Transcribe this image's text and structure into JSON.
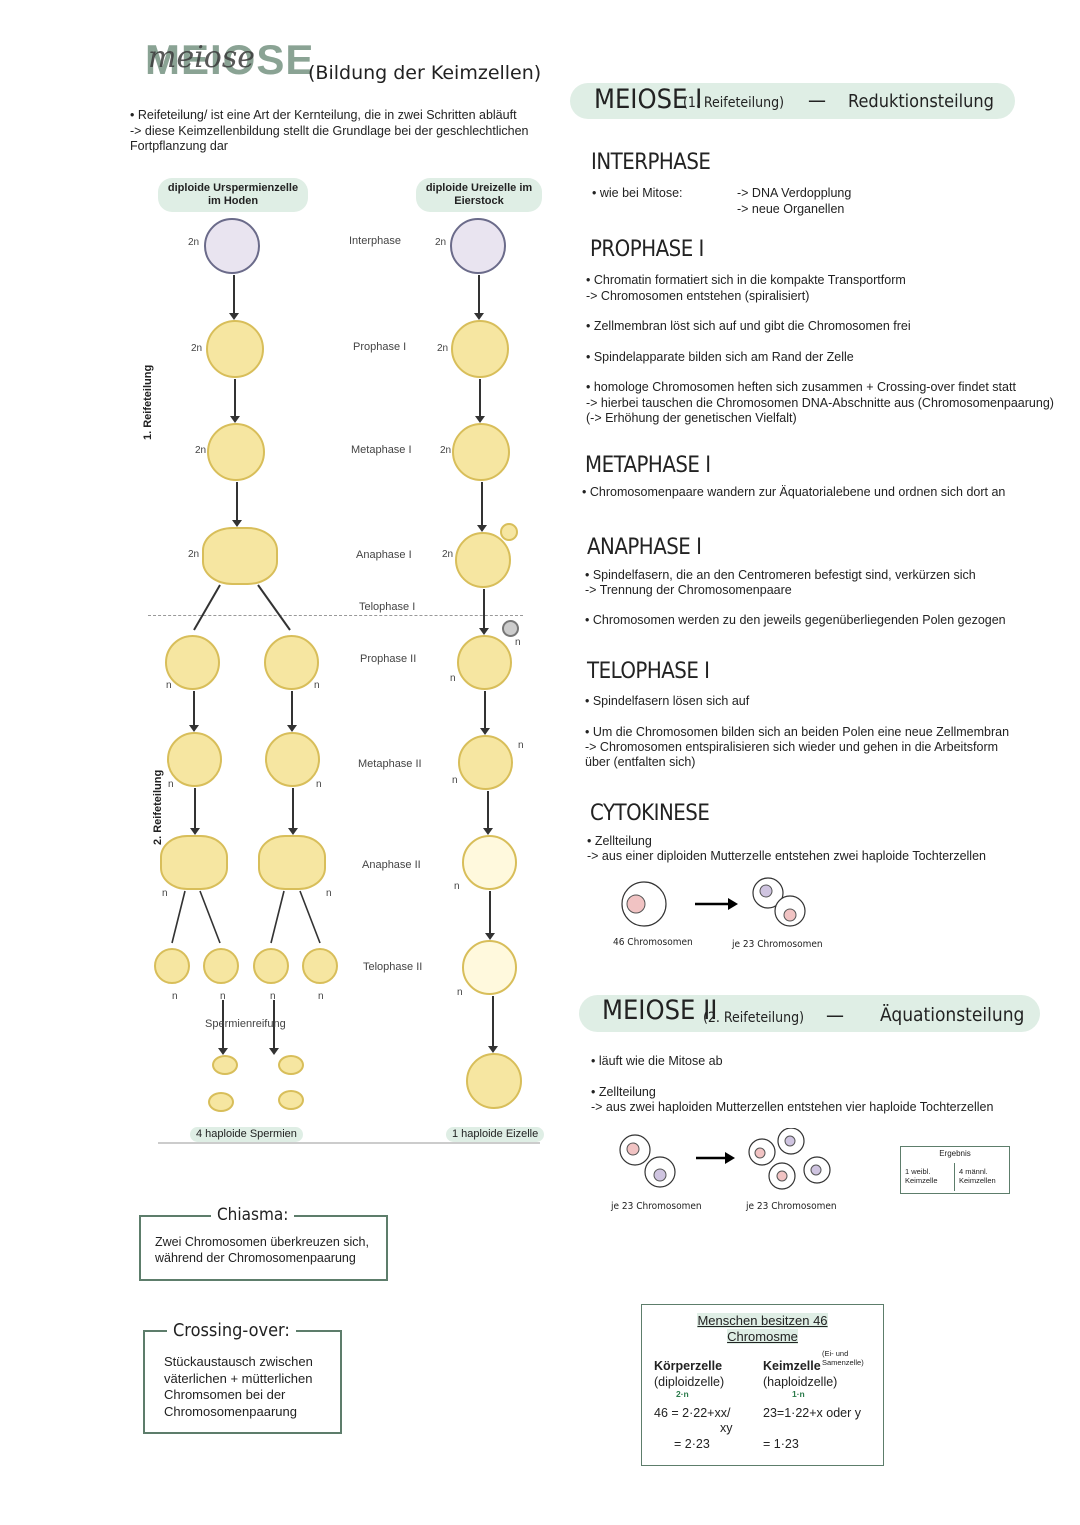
{
  "header": {
    "title": "MEIOSE",
    "title_script": "meiose",
    "subtitle": "(Bildung der Keimzellen)",
    "intro_1": "• Reifeteilung/ ist eine Art der Kernteilung, die in zwei Schritten abläuft",
    "intro_2": "-> diese Keimzellenbildung stellt die Grundlage bei der geschlechtlichen Fortpflanzung dar"
  },
  "diagram": {
    "left_pill": "diploide Urspermienzelle im Hoden",
    "right_pill": "diploide Ureizelle im Eierstock",
    "side_1": "1. Reifeteilung",
    "side_2": "2. Reifeteilung",
    "stages": [
      "Interphase",
      "Prophase I",
      "Metaphase I",
      "Anaphase I",
      "Telophase I",
      "Prophase II",
      "Metaphase II",
      "Anaphase II",
      "Telophase II"
    ],
    "ploidy_2n": "2n",
    "ploidy_n": "n",
    "spermienreifung": "Spermienreifung",
    "result_left": "4 haploide Spermien",
    "result_right": "1 haploide Eizelle"
  },
  "chiasma": {
    "title": "Chiasma:",
    "text": "Zwei Chromosomen überkreuzen sich, während der Chromosomenpaarung"
  },
  "crossing": {
    "title": "Crossing-over:",
    "text": "Stückaustausch zwischen väterlichen + mütterlichen Chromsomen bei der Chromosomenpaarung"
  },
  "meiose1": {
    "title": "MEIOSE I",
    "sub": "(1. Reifeteilung)",
    "dash": "—",
    "name": "Reduktionsteilung",
    "interphase": {
      "h": "INTERPHASE",
      "left": "• wie bei Mitose:",
      "r1": "-> DNA Verdopplung",
      "r2": "-> neue Organellen"
    },
    "prophase": {
      "h": "PROPHASE I",
      "l1": "• Chromatin formatiert sich in die kompakte Transportform",
      "l2": "-> Chromosomen entstehen (spiralisiert)",
      "l3": "• Zellmembran löst sich auf und gibt die Chromosomen frei",
      "l4": "• Spindelapparate bilden sich am Rand der Zelle",
      "l5": "• homologe Chromosomen heften sich zusammen + Crossing-over findet statt",
      "l6": "-> hierbei tauschen die Chromosomen DNA-Abschnitte aus (Chromosomenpaarung)",
      "l7": "(-> Erhöhung der genetischen Vielfalt)"
    },
    "metaphase": {
      "h": "METAPHASE I",
      "l1": "• Chromosomenpaare wandern zur Äquatorialebene und ordnen sich dort an"
    },
    "anaphase": {
      "h": "ANAPHASE I",
      "l1": "• Spindelfasern, die an den Centromeren befestigt sind, verkürzen sich",
      "l2": "-> Trennung der Chromosomenpaare",
      "l3": "• Chromosomen werden zu den jeweils gegenüberliegenden Polen gezogen"
    },
    "telophase": {
      "h": "TELOPHASE I",
      "l1": "• Spindelfasern lösen sich auf",
      "l2": "• Um die Chromosomen bilden sich an beiden Polen eine neue Zellmembran",
      "l3": "-> Chromosomen entspiralisieren sich wieder und gehen in die Arbeitsform",
      "l4": "über (entfalten sich)"
    },
    "cytokinese": {
      "h": "CYTOKINESE",
      "l1": "• Zellteilung",
      "l2": "-> aus einer diploiden Mutterzelle entstehen zwei haploide Tochterzellen",
      "c1": "46 Chromosomen",
      "c2": "je 23 Chromosomen"
    }
  },
  "meiose2": {
    "title": "MEIOSE II",
    "sub": "(2. Reifeteilung)",
    "dash": "—",
    "name": "Äquationsteilung",
    "l1": "• läuft wie die Mitose ab",
    "l2": "• Zellteilung",
    "l3": "-> aus zwei haploiden Mutterzellen entstehen vier haploide Tochterzellen",
    "c1": "je 23 Chromosomen",
    "c2": "je 23 Chromosomen",
    "ergebnis": "Ergebnis",
    "erg_l": "1 weibl. Keimzelle",
    "erg_r": "4 männl. Keimzellen"
  },
  "human": {
    "t1": "Menschen besitzen 46",
    "t2": "Chromosme",
    "k_h": "Körperzelle",
    "k_s": "(diploidzelle)",
    "k_n": "2·n",
    "k_f1": "46 = 2·22+xx/",
    "k_f2": "xy",
    "k_f3": "= 2·23",
    "g_h": "Keimzelle",
    "g_note": "(Ei- und Samenzelle)",
    "g_s": "(haploidzelle)",
    "g_n": "1·n",
    "g_f1": "23=1·22+x oder y",
    "g_f3": "= 1·23"
  },
  "colors": {
    "accent_green": "#8aa394",
    "pill_bg": "#dfeee5",
    "cell_fill": "#f6e6a1",
    "box_border": "#5d7d6b"
  }
}
